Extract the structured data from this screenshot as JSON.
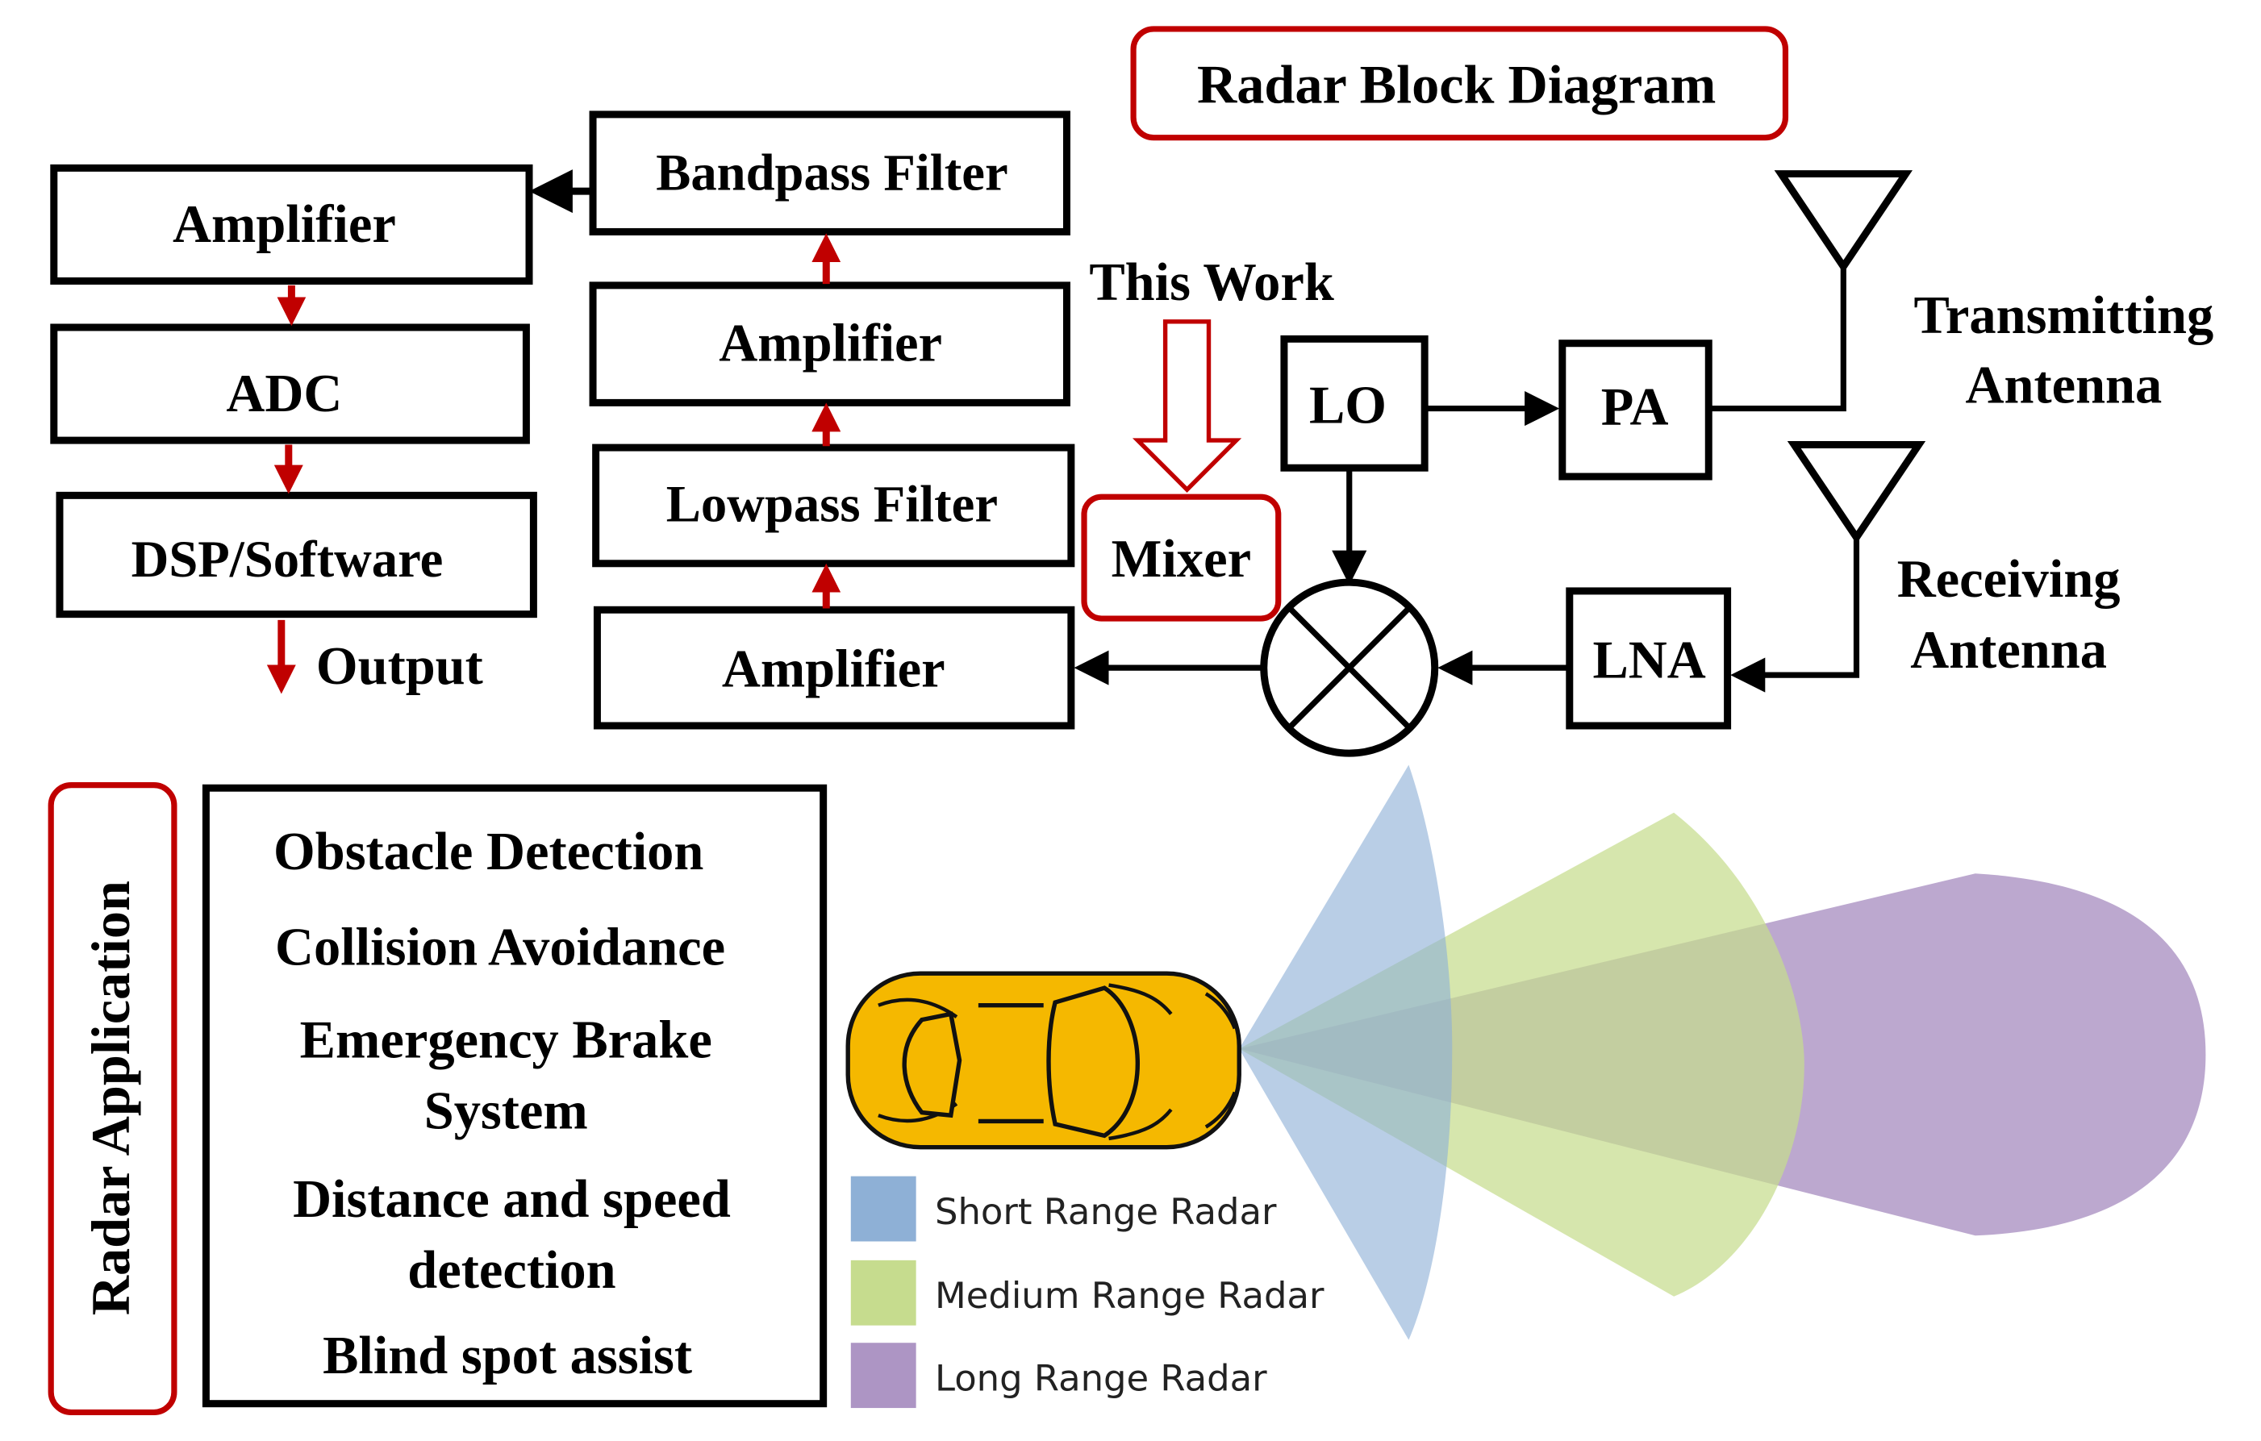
{
  "title": "Radar Block Diagram",
  "blocks": {
    "amp_left": "Amplifier",
    "adc": "ADC",
    "dsp": "DSP/Software",
    "output": "Output",
    "bandpass": "Bandpass Filter",
    "amp_mid_top": "Amplifier",
    "lowpass": "Lowpass Filter",
    "amp_mid_bottom": "Amplifier",
    "mixer": "Mixer",
    "this_work": "This Work",
    "lo": "LO",
    "pa": "PA",
    "lna": "LNA"
  },
  "antennas": {
    "tx_line1": "Transmitting",
    "tx_line2": "Antenna",
    "rx_line1": "Receiving",
    "rx_line2": "Antenna"
  },
  "applications": {
    "heading": "Radar Application",
    "items": [
      [
        "Obstacle Detection"
      ],
      [
        "Collision Avoidance"
      ],
      [
        "Emergency Brake",
        "System"
      ],
      [
        "Distance and speed",
        "detection"
      ],
      [
        "Blind spot assist"
      ]
    ]
  },
  "legend": [
    {
      "label": "Short Range Radar",
      "color": "#8eb0d6"
    },
    {
      "label": "Medium Range Radar",
      "color": "#c6dc8e"
    },
    {
      "label": "Long Range Radar",
      "color": "#ad95c4"
    }
  ],
  "colors": {
    "accent_red": "#c00000",
    "car_body": "#f5b800",
    "short_range": "#8eb0d6",
    "medium_range": "#c6dc8e",
    "long_range": "#ad95c4"
  }
}
